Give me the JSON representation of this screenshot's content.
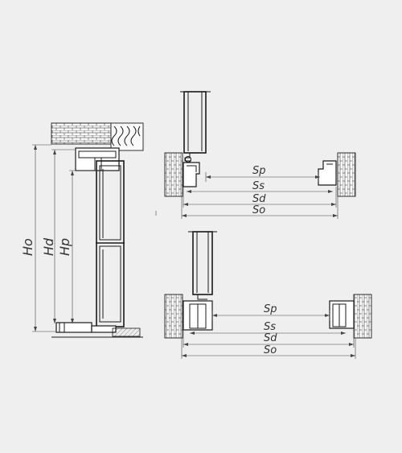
{
  "section_view": {
    "labels": {
      "ho": "Ho",
      "hd": "Hd",
      "hp": "Hp"
    }
  },
  "plan_view_top": {
    "labels": {
      "sp": "Sp",
      "ss": "Ss",
      "sd": "Sd",
      "so": "So"
    }
  },
  "plan_view_bottom": {
    "labels": {
      "sp": "Sp",
      "ss": "Ss",
      "sd": "Sd",
      "so": "So"
    }
  }
}
